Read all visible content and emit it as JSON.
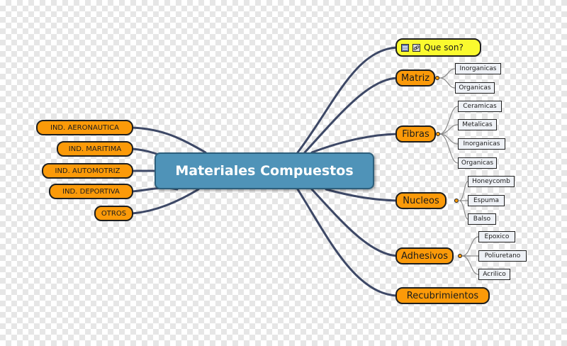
{
  "central": {
    "label": "Materiales Compuestos"
  },
  "left_branches": [
    {
      "label": "IND. AERONAUTICA"
    },
    {
      "label": "IND. MARITIMA"
    },
    {
      "label": "IND. AUTOMOTRIZ"
    },
    {
      "label": "IND. DEPORTIVA"
    },
    {
      "label": "OTROS"
    }
  ],
  "question": {
    "label": "Que son?",
    "icons": [
      "notes-icon",
      "link-icon"
    ]
  },
  "matriz": {
    "label": "Matriz",
    "children": [
      "Inorganicas",
      "Organicas"
    ]
  },
  "fibras": {
    "label": "Fibras",
    "children": [
      "Ceramicas",
      "Metalicas",
      "Inorganicas",
      "Organicas"
    ]
  },
  "nucleos": {
    "label": "Nucleos",
    "children": [
      "Honeycomb",
      "Espuma",
      "Balso"
    ]
  },
  "adhesivos": {
    "label": "Adhesivos",
    "children": [
      "Epoxico",
      "Poliuretano",
      "Acrilico"
    ]
  },
  "recubrimientos": {
    "label": "Recubrimientos"
  },
  "colors": {
    "branch": "#fb9a09",
    "central": "#4f93b8",
    "question": "#fafa2e",
    "link": "#3d4866"
  }
}
